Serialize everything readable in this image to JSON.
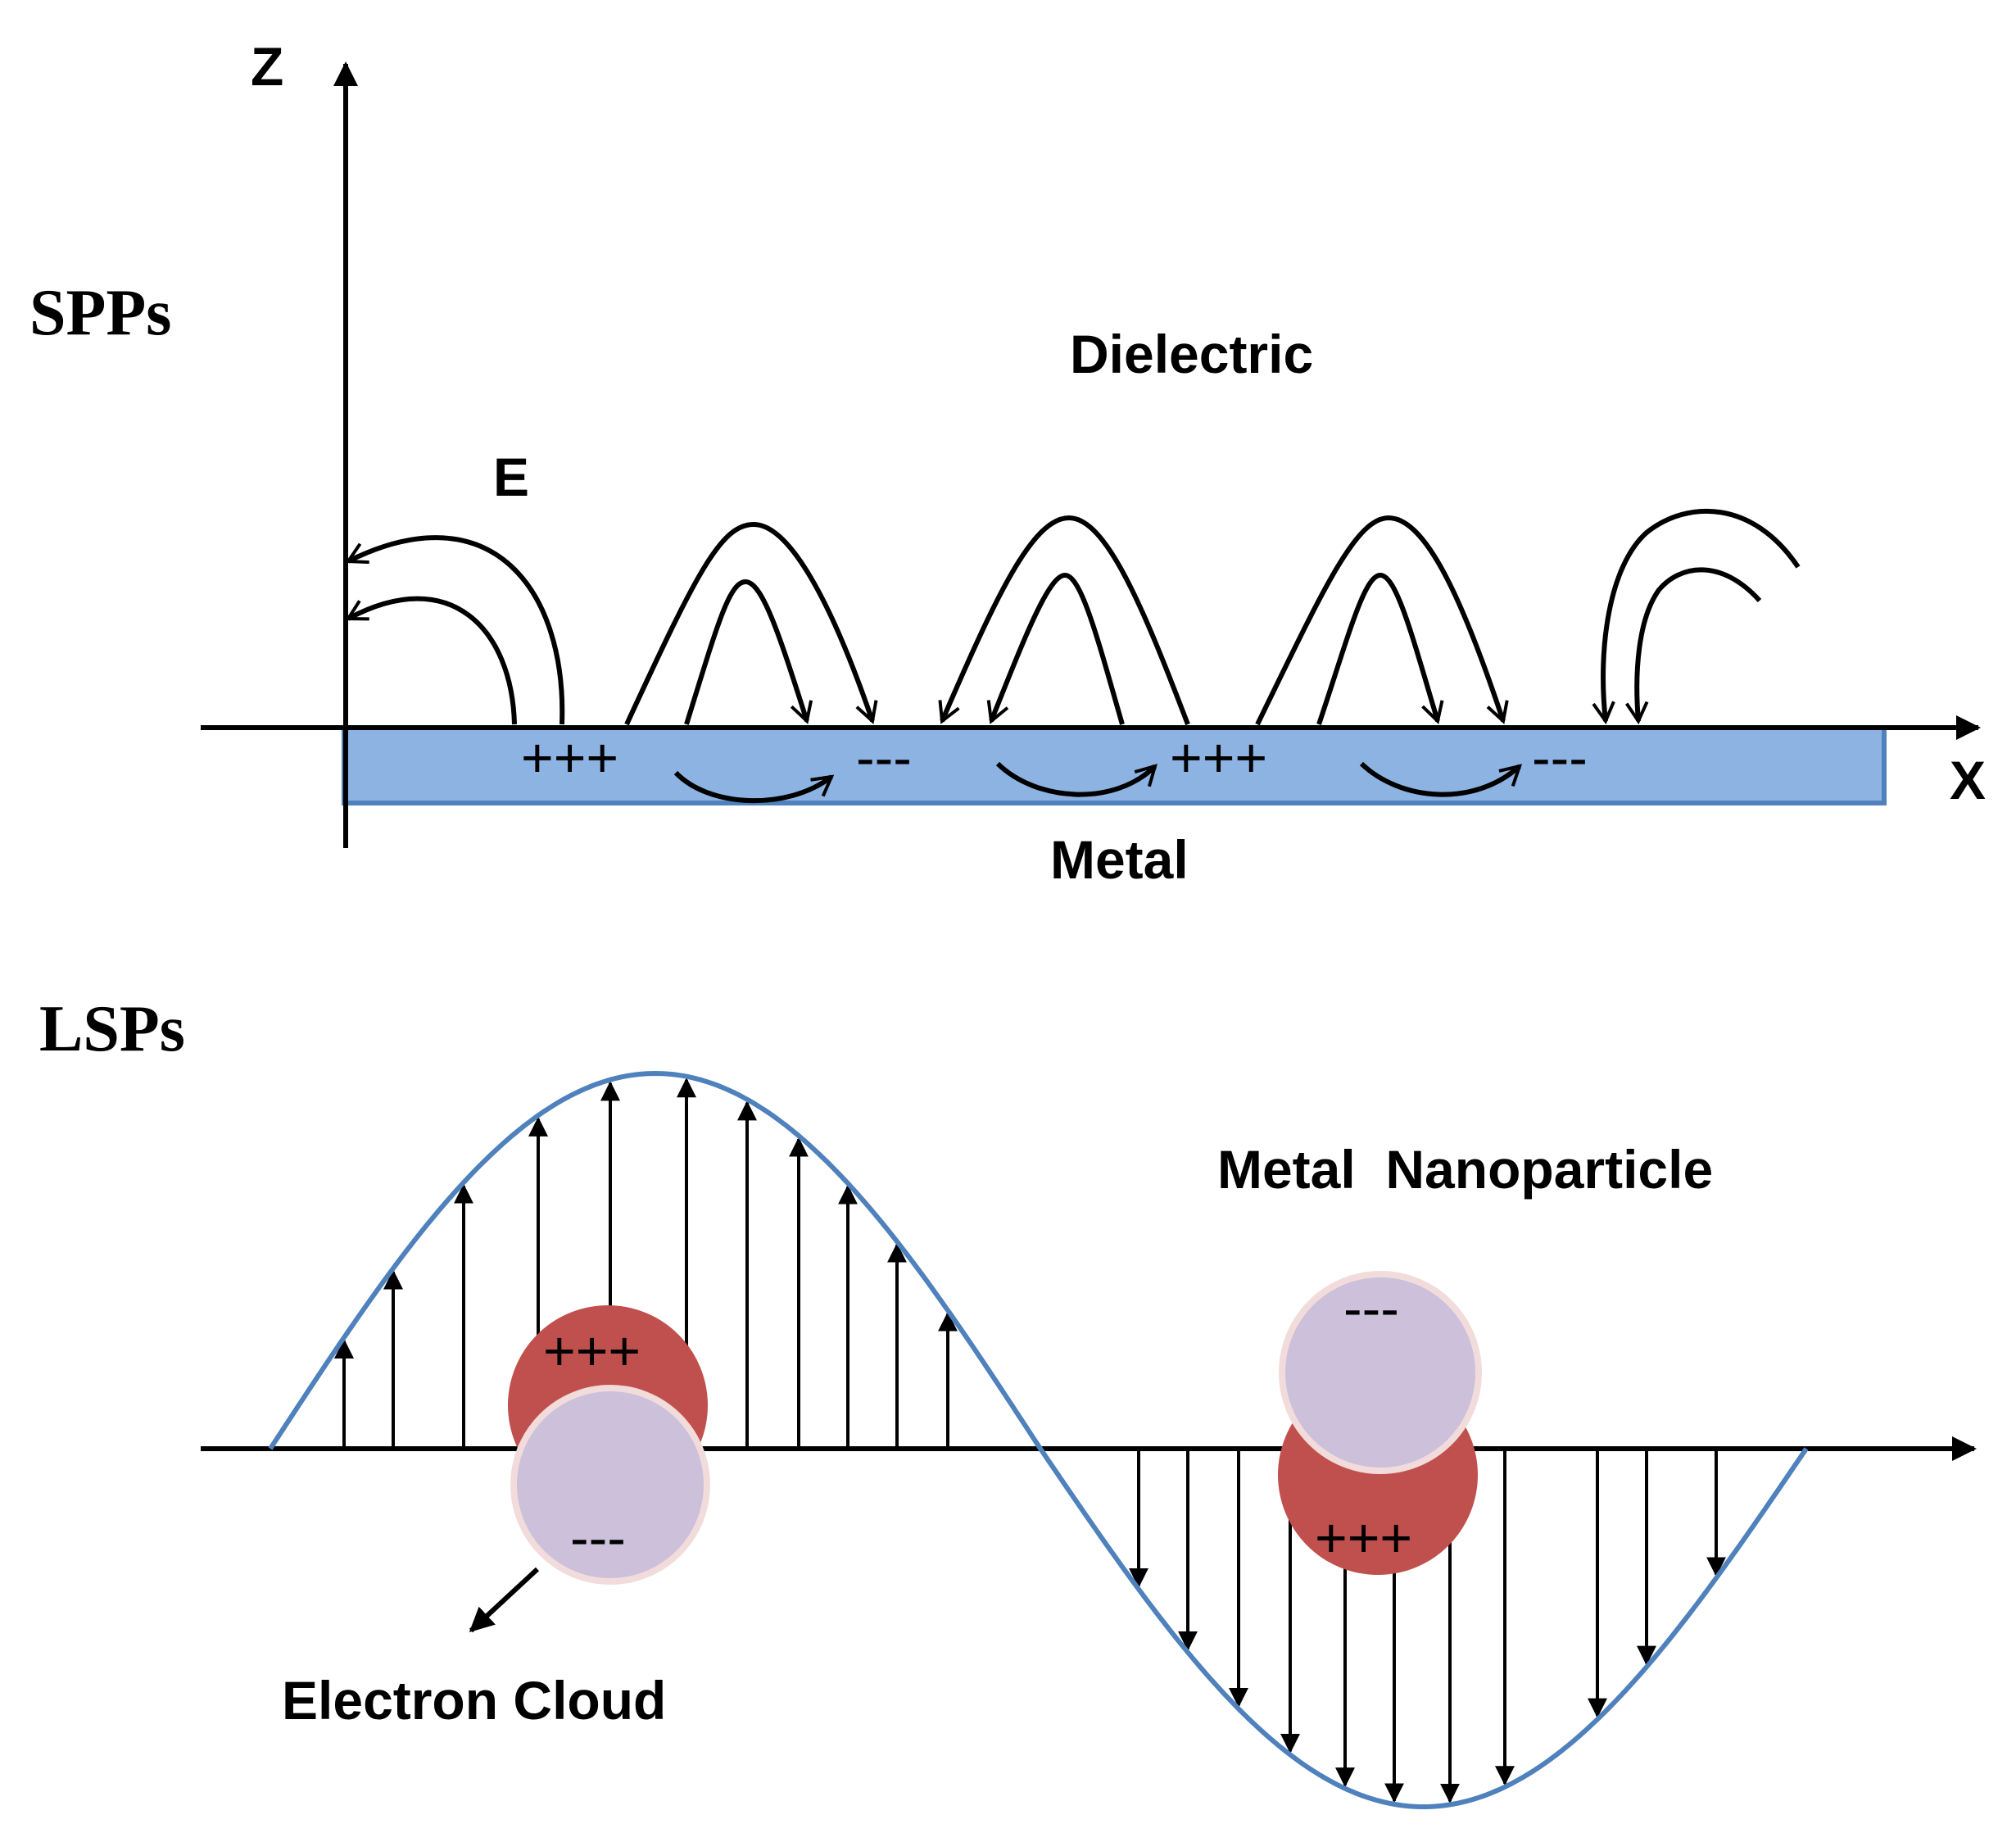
{
  "spp": {
    "title": "SPPs",
    "z_axis_label": "Z",
    "x_axis_label": "X",
    "field_label": "E",
    "dielectric_label": "Dielectric",
    "metal_label": "Metal",
    "charges": [
      "+++",
      "---",
      "+++",
      "---"
    ]
  },
  "lsp": {
    "title": "LSPs",
    "particle_label": "Metal  Nanoparticle",
    "cloud_label": "Electron Cloud",
    "left_particle": {
      "top_charge": "+++",
      "bottom_charge": "---"
    },
    "right_particle": {
      "top_charge": "---",
      "bottom_charge": "+++"
    }
  },
  "colors": {
    "metal_fill": "#8db3e2",
    "metal_border": "#4f81bd",
    "wave": "#4f81bd",
    "positive": "#c0504d",
    "electron_cloud": "#ccc0da",
    "cloud_border": "#f2dcdb",
    "ink": "#000000"
  }
}
